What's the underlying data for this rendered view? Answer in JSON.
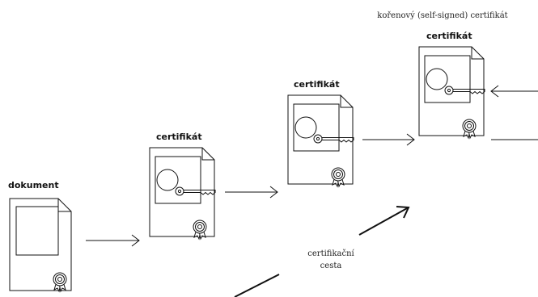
{
  "nodes": [
    {
      "id": "document",
      "label": "dokument",
      "type": "document"
    },
    {
      "id": "cert1",
      "label": "certifikát",
      "type": "certificate"
    },
    {
      "id": "cert2",
      "label": "certifikát",
      "type": "certificate"
    },
    {
      "id": "root",
      "label": "certifikát",
      "type": "certificate"
    }
  ],
  "root_caption": "kořenový (self-signed) certifikát",
  "path_label": {
    "line1": "certifikační",
    "line2": "cesta"
  }
}
